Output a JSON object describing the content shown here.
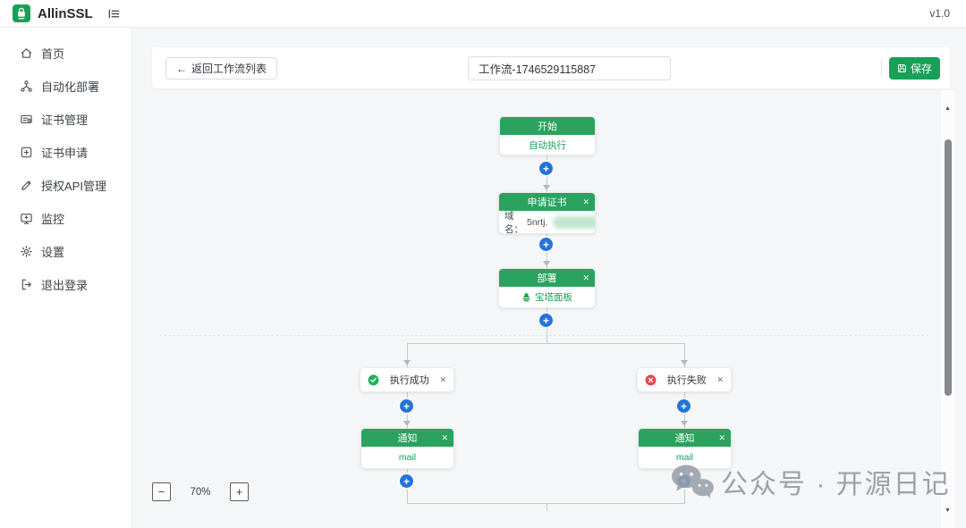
{
  "app": {
    "name": "AllinSSL",
    "version": "v1.0"
  },
  "sidebar": {
    "items": [
      {
        "label": "首页"
      },
      {
        "label": "自动化部署"
      },
      {
        "label": "证书管理"
      },
      {
        "label": "证书申请"
      },
      {
        "label": "授权API管理"
      },
      {
        "label": "监控"
      },
      {
        "label": "设置"
      },
      {
        "label": "退出登录"
      }
    ]
  },
  "toolbar": {
    "back_label": "返回工作流列表",
    "workflow_name": "工作流-1746529115887",
    "save_label": "保存"
  },
  "workflow": {
    "start": {
      "title": "开始",
      "mode": "自动执行"
    },
    "apply_cert": {
      "title": "申请证书",
      "field_label": "域名：",
      "field_value_visible": "5nrtj."
    },
    "deploy": {
      "title": "部署",
      "provider": "宝塔面板"
    },
    "branch_success": {
      "label": "执行成功"
    },
    "branch_fail": {
      "label": "执行失败"
    },
    "notify_success": {
      "title": "通知",
      "channel": "mail"
    },
    "notify_fail": {
      "title": "通知",
      "channel": "mail"
    }
  },
  "zoom_controls": {
    "level": "70%",
    "zoom_out": "−",
    "zoom_in": "+"
  },
  "watermark": {
    "text": "公众号 · 开源日记"
  },
  "glyphs": {
    "back_arrow": "←",
    "close": "✕",
    "plus": "+",
    "scroll_up": "▲",
    "scroll_down": "▼"
  },
  "colors": {
    "primary_green": "#18a058",
    "node_header_green": "#2ba25e",
    "connector_blue": "#2373dd",
    "error_red": "#e14b4b",
    "canvas_bg": "#f4f6f8"
  }
}
